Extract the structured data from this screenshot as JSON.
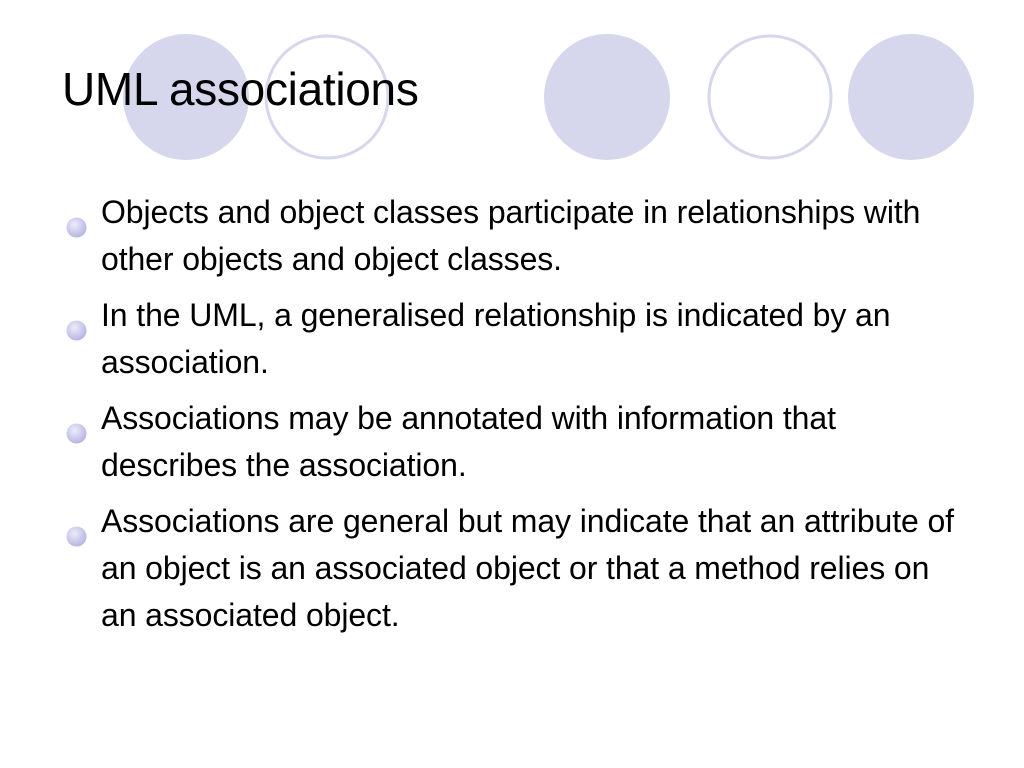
{
  "slide": {
    "title": "UML associations",
    "bullets": [
      "Objects and object classes participate in relationships with other objects and object classes.",
      "In the UML, a generalised relationship is indicated by an association.",
      "Associations may be annotated with information that describes the association.",
      "Associations are general but may indicate that an attribute of an object is an associated object or that a method relies on an associated object."
    ]
  },
  "theme": {
    "circle_fill": "#d6d6ec",
    "circle_outline": "#d6d6ec",
    "bullet_color": "#c8c8ec"
  }
}
